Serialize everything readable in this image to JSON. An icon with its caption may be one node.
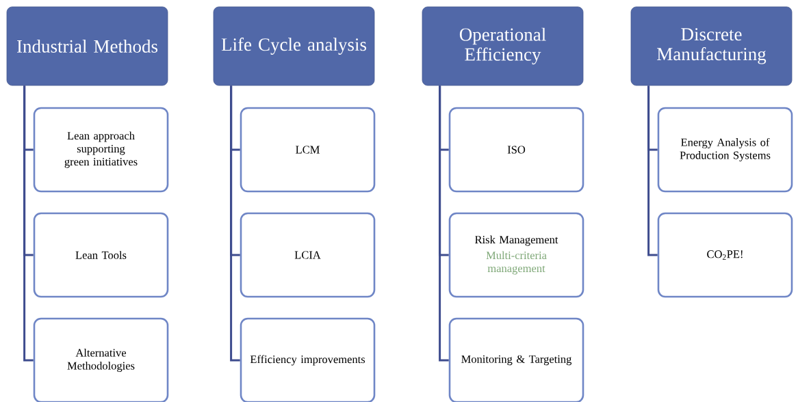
{
  "diagram": {
    "nodes": [
      {
        "text": [
          "Industrial Methods"
        ]
      },
      {
        "text": [
          "Lean approach supporting green initiatives"
        ]
      },
      {
        "text": [
          "Lean Tools"
        ]
      },
      {
        "text": [
          "Alternative Methodologies"
        ]
      },
      {
        "text": [
          "Life Cycle analysis"
        ]
      },
      {
        "text": [
          "LCM"
        ]
      },
      {
        "text": [
          "LCIA"
        ]
      },
      {
        "text": [
          "Efficiency improvements"
        ]
      },
      {
        "text": [
          "Operational Efficiency"
        ]
      },
      {
        "text": [
          "ISO"
        ]
      },
      {
        "text": [
          "Risk Management",
          "Multi-criteria management"
        ]
      },
      {
        "text": [
          "Monitoring & Targeting"
        ]
      },
      {
        "text": [
          "Discrete Manufacturing"
        ]
      },
      {
        "text": [
          "Energy Analysis of Production Systems"
        ]
      },
      {
        "text": [
          "CO$_{2}$PE!"
        ]
      }
    ],
    "edges": [
      {
        "from": 0,
        "to": 1,
        "arrow": "none"
      },
      {
        "from": 0,
        "to": 2,
        "arrow": "none"
      },
      {
        "from": 0,
        "to": 3,
        "arrow": "none"
      },
      {
        "from": 4,
        "to": 5,
        "arrow": "none"
      },
      {
        "from": 4,
        "to": 6,
        "arrow": "none"
      },
      {
        "from": 4,
        "to": 7,
        "arrow": "none"
      },
      {
        "from": 8,
        "to": 9,
        "arrow": "none"
      },
      {
        "from": 8,
        "to": 10,
        "arrow": "none"
      },
      {
        "from": 8,
        "to": 11,
        "arrow": "none"
      },
      {
        "from": 12,
        "to": 13,
        "arrow": "none"
      },
      {
        "from": 12,
        "to": 14,
        "arrow": "none"
      }
    ]
  }
}
